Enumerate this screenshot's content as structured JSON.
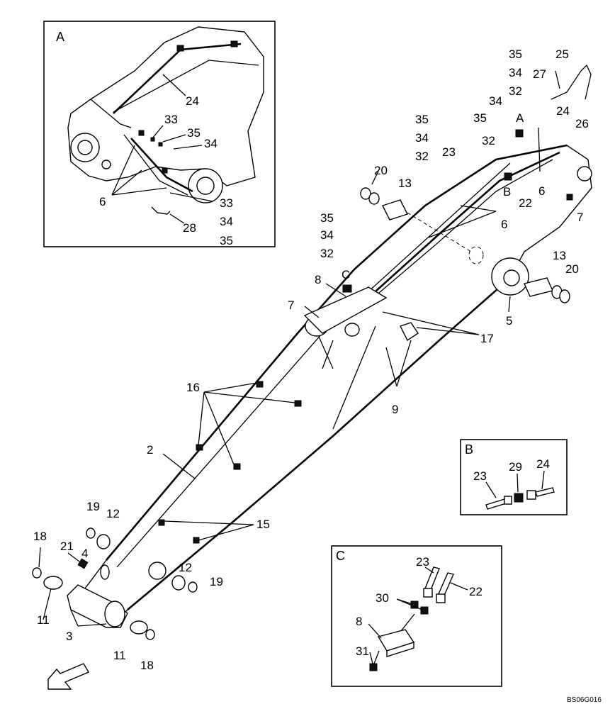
{
  "inset_labels": {
    "a": "A",
    "b": "B",
    "c": "C"
  },
  "callouts": {
    "a_24": "24",
    "a_33_top": "33",
    "a_35_top": "35",
    "a_34_top": "34",
    "a_6": "6",
    "a_33_bot": "33",
    "a_28": "28",
    "a_34_bot": "34",
    "a_35_bot": "35",
    "c_35": "35",
    "c_34": "34",
    "c_32": "32",
    "r_25": "25",
    "r_27": "27",
    "r_26": "26",
    "r_34": "34",
    "r_35": "35",
    "r_a": "A",
    "r_24": "24",
    "m_35": "35",
    "m_34": "34",
    "m_32": "32",
    "m_23": "23",
    "m_32b": "32",
    "m_22": "22",
    "m_6": "6",
    "m_b": "B",
    "m_20": "20",
    "m_13": "13",
    "m_6b": "6",
    "m_7r": "7",
    "m_35b": "35",
    "m_34b": "34",
    "m_32c": "32",
    "m_c": "C",
    "m_8": "8",
    "m_7": "7",
    "m_13b": "13",
    "m_20b": "20",
    "m_5": "5",
    "m_17": "17",
    "m_9": "9",
    "m_16": "16",
    "m_2": "2",
    "m_15": "15",
    "m_19": "19",
    "m_12": "12",
    "m_18": "18",
    "m_21": "21",
    "m_4": "4",
    "m_11": "11",
    "m_3": "3",
    "m_12b": "12",
    "m_19b": "19",
    "m_11b": "11",
    "m_18b": "18",
    "b_23": "23",
    "b_29": "29",
    "b_24": "24",
    "ci_23": "23",
    "ci_30": "30",
    "ci_22": "22",
    "ci_8": "8",
    "ci_31": "31"
  },
  "figure_code": "BS06G016"
}
